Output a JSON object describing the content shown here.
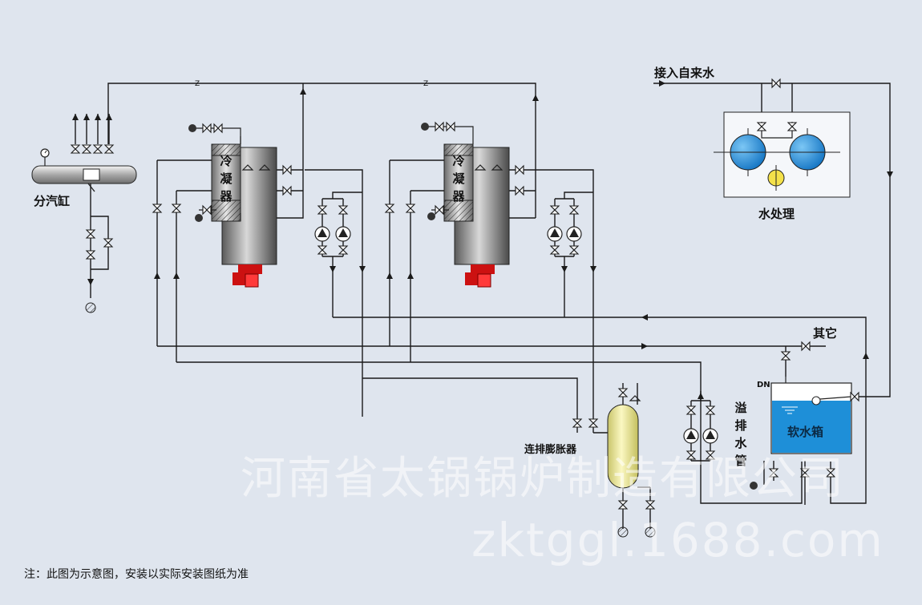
{
  "labels": {
    "steam_header": "分汽缸",
    "condenser": "冷凝器",
    "city_water": "接入自来水",
    "water_treatment": "水处理",
    "other": "其它",
    "soft_water_tank": "软水箱",
    "dn": "DN",
    "overflow_drain": "溢排水管",
    "flash_tank": "连排膨胀器",
    "z_mark": "Z",
    "note": "注：此图为示意图，安装以实际安装图纸为准"
  },
  "watermark": {
    "company": "河南省太锅锅炉制造有限公司",
    "site": "zktggl.1688.com"
  },
  "colors": {
    "background": "#dfe5ee",
    "pipe": "#1a1a1a",
    "burner": "#cc1111",
    "flash_tank": "#f3ef9a",
    "tank_water": "#1e8fd8",
    "softener": "#1e8fd8",
    "salt_tank": "#f4e14a",
    "boiler_body": "#8d8d8d"
  },
  "icons": [
    "gate-valve-icon",
    "pump-icon",
    "pressure-gauge-icon",
    "safety-valve-icon",
    "drain-icon",
    "flow-arrow-icon"
  ]
}
